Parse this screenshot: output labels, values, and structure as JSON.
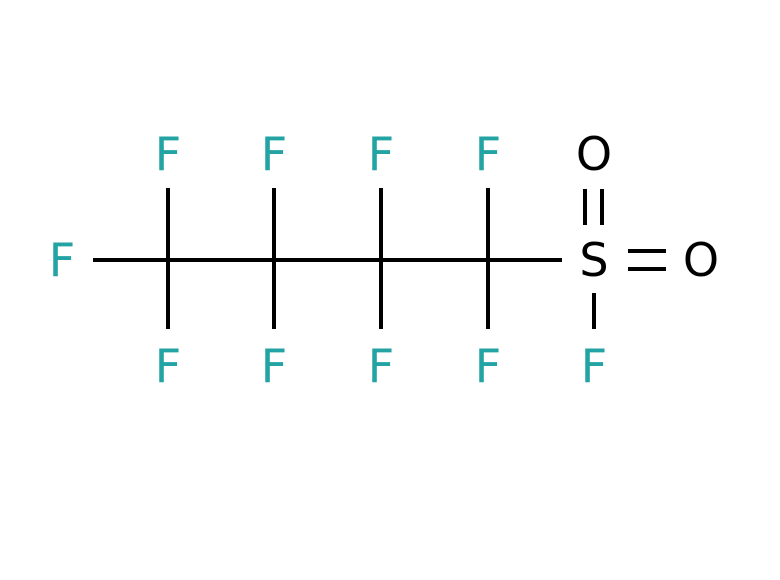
{
  "molecule": {
    "colors": {
      "bond": "#000000",
      "fluorine": "#23a3a3",
      "oxygen": "#000000",
      "sulfur": "#000000"
    },
    "atoms": {
      "f_terminal": "F",
      "c1_f_top": "F",
      "c1_f_bottom": "F",
      "c2_f_top": "F",
      "c2_f_bottom": "F",
      "c3_f_top": "F",
      "c3_f_bottom": "F",
      "c4_f_top": "F",
      "c4_f_bottom": "F",
      "s_center": "S",
      "o_top": "O",
      "o_right": "O",
      "f_sulfonyl": "F"
    }
  }
}
